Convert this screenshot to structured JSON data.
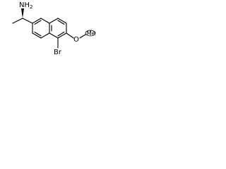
{
  "molecule": {
    "atoms": {
      "amine": "NH2",
      "amine_main": "NH",
      "amine_sub": "2",
      "bromine": "Br",
      "oxygen": "O",
      "methyl_abbr": "Me"
    },
    "colors": {
      "bond": "#000000",
      "text": "#000000",
      "background": "#ffffff"
    }
  }
}
